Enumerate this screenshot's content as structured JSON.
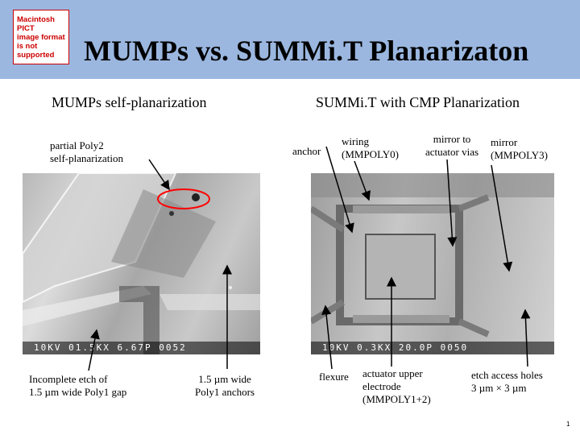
{
  "header": {
    "pict_notice": [
      "Macintosh PICT",
      "image format",
      "is not supported"
    ],
    "title": "MUMPs vs. SUMMi.T Planarizaton"
  },
  "left": {
    "heading": "MUMPs self-planarization",
    "callout_top": [
      "partial Poly2",
      "self-planarization"
    ],
    "callout_bottom_left": [
      "Incomplete etch of",
      "1.5 µm wide Poly1 gap"
    ],
    "callout_bottom_right": [
      "1.5 µm wide",
      "Poly1 anchors"
    ],
    "sem_footer": "10KV  01.5KX  6.67P  0052"
  },
  "right": {
    "heading": "SUMMi.T with CMP Planarization",
    "anchor": "anchor",
    "wiring": [
      "wiring",
      "(MMPOLY0)"
    ],
    "mirror_to_actuator": [
      "mirror to",
      "actuator vias"
    ],
    "mirror": [
      "mirror",
      "(MMPOLY3)"
    ],
    "flexure": "flexure",
    "actuator_electrode": [
      "actuator upper",
      "electrode",
      "(MMPOLY1+2)"
    ],
    "etch_holes": [
      "etch access holes",
      "3 µm × 3 µm"
    ],
    "sem_footer": "10KV  0.3KX  20.0P  0050"
  },
  "page_number": "1"
}
